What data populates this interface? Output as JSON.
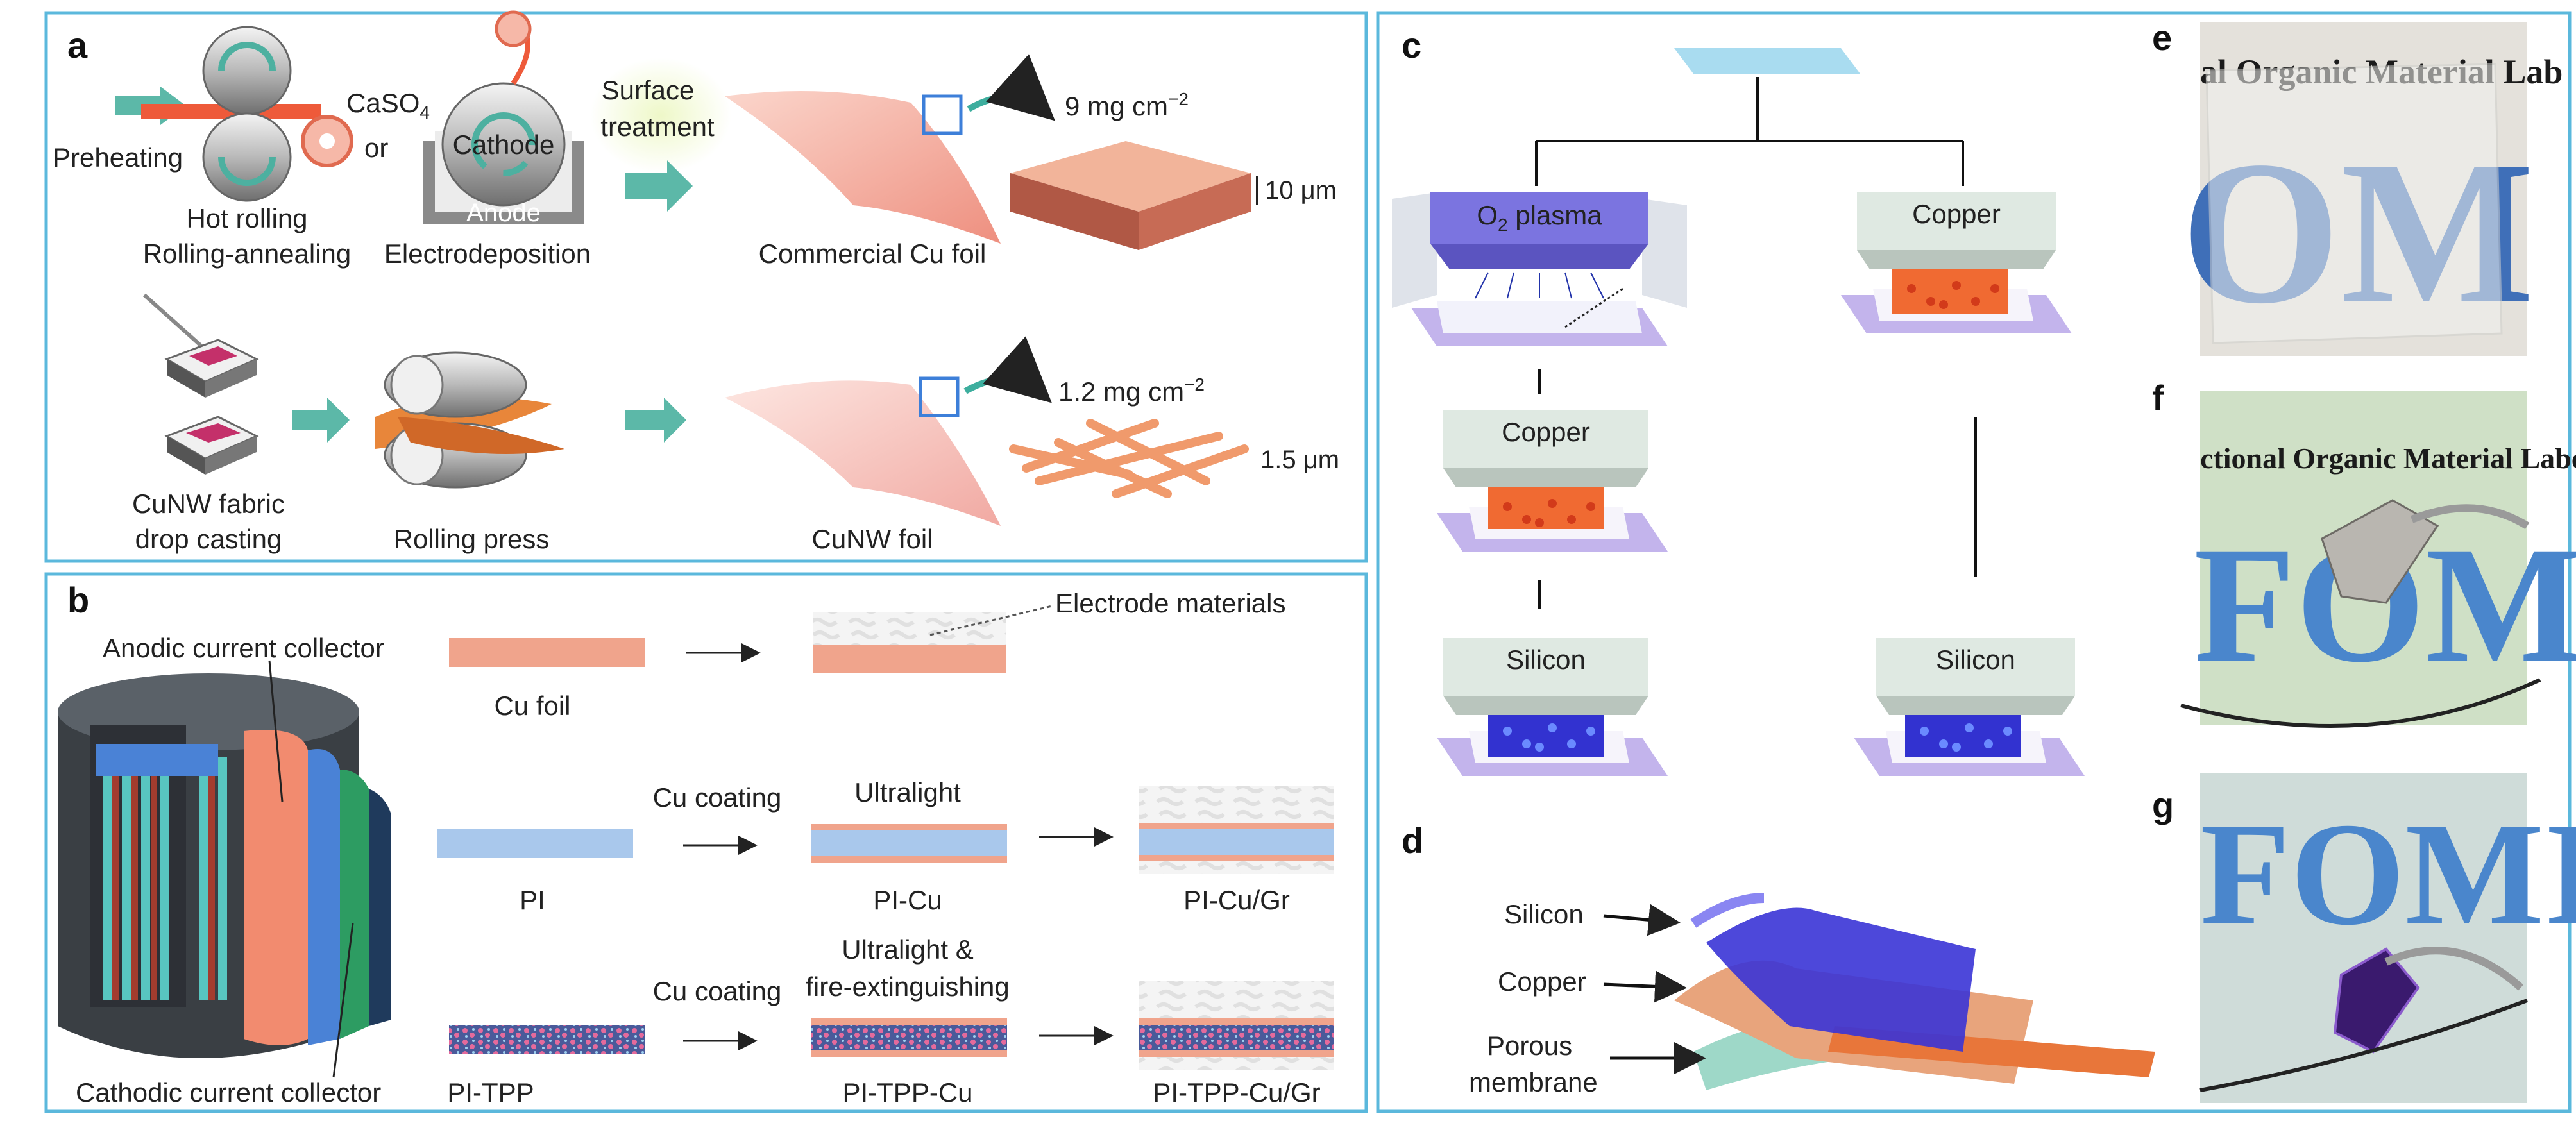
{
  "panels": {
    "a": {
      "letter": "a",
      "preheating": "Preheating",
      "caso4": "CaSO",
      "caso4_sub": "4",
      "or": "or",
      "cathode": "Cathode",
      "anode": "Anode",
      "surface_treatment_1": "Surface",
      "surface_treatment_2": "treatment",
      "hot_rolling": "Hot rolling",
      "rolling_annealing": "Rolling-annealing",
      "electrodeposition": "Electrodeposition",
      "commercial_cu_foil": "Commercial Cu foil",
      "mass_9": "9 mg cm",
      "mass_9_sup": "−2",
      "thick_10": "10 μm",
      "cunw_fabric_1": "CuNW fabric",
      "cunw_fabric_2": "drop casting",
      "rolling_press": "Rolling press",
      "cunw_foil": "CuNW foil",
      "mass_1_2": "1.2 mg cm",
      "mass_1_2_sup": "−2",
      "thick_1_5": "1.5 μm"
    },
    "b": {
      "letter": "b",
      "anodic": "Anodic current collector",
      "cathodic": "Cathodic current collector",
      "electrode_materials": "Electrode materials",
      "cu_foil": "Cu foil",
      "pi": "PI",
      "cu_coating_1": "Cu coating",
      "ultralight": "Ultralight",
      "pi_cu": "PI-Cu",
      "pi_cu_gr": "PI-Cu/Gr",
      "pi_tpp": "PI-TPP",
      "cu_coating_2": "Cu coating",
      "ultralight_fire_1": "Ultralight &",
      "ultralight_fire_2": "fire-extinguishing",
      "pi_tpp_cu": "PI-TPP-Cu",
      "pi_tpp_cu_gr": "PI-TPP-Cu/Gr"
    },
    "c": {
      "letter": "c",
      "o2_plasma_a": "O",
      "o2_plasma_sub": "2",
      "o2_plasma_b": " plasma",
      "copper_left": "Copper",
      "silicon_left": "Silicon",
      "copper_right": "Copper",
      "silicon_right": "Silicon"
    },
    "d": {
      "letter": "d",
      "silicon": "Silicon",
      "copper": "Copper",
      "porous_1": "Porous",
      "porous_2": "membrane"
    },
    "e": {
      "letter": "e",
      "banner": "al Organic Material Lab",
      "big": "OM"
    },
    "f": {
      "letter": "f",
      "banner": "ctional Organic Material Laborat",
      "big": "FOMI"
    },
    "g": {
      "letter": "g",
      "big": "FOMI"
    }
  },
  "colors": {
    "frame": "#5bb8dc",
    "cu_salmon": "#f0a48c",
    "pi_blue": "#a9c8ec",
    "arrow_teal": "#5cb8a8",
    "plasma_purple": "#7b74e0",
    "substrate_lilac": "#c3b4ec",
    "block_grey": "#dfe9e2"
  },
  "icons": [
    "roller-icon",
    "arrow-icon",
    "battery-icon",
    "tweezer-icon"
  ]
}
